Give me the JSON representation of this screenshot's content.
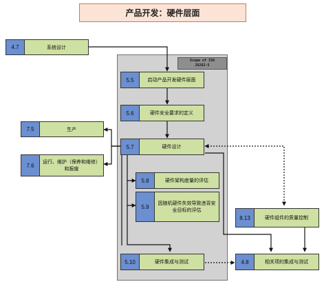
{
  "title": "产品开发：硬件层面",
  "scope_label": {
    "line1": "Scope of ISO",
    "line2": "26262-5"
  },
  "nodes": {
    "n47": {
      "num": "4.7",
      "label": "系统设计"
    },
    "n55": {
      "num": "5.5",
      "label": "启动产品开发硬件层面"
    },
    "n56": {
      "num": "5.6",
      "label": "硬件安全要求的定义"
    },
    "n75": {
      "num": "7.5",
      "label": "生产"
    },
    "n57": {
      "num": "5.7",
      "label": "硬件设计"
    },
    "n76": {
      "num": "7.6",
      "label": "运行、维护（保养和维修）和报废"
    },
    "n58": {
      "num": "5.8",
      "label": "硬件架构度量的评估"
    },
    "n59": {
      "num": "5.9",
      "label": "因随机硬件失效导致违背安全目标的评估"
    },
    "n813": {
      "num": "8.13",
      "label": "硬件组件的质量控制"
    },
    "n510": {
      "num": "5.10",
      "label": "硬件集成与测试"
    },
    "n48": {
      "num": "4.8",
      "label": "相关项的集成与测试"
    }
  },
  "colors": {
    "node_fill": "#cfe0a3",
    "number_fill": "#6b8fd0",
    "scope_fill": "#d2d2d2",
    "title_fill": "#fbe4d6"
  }
}
